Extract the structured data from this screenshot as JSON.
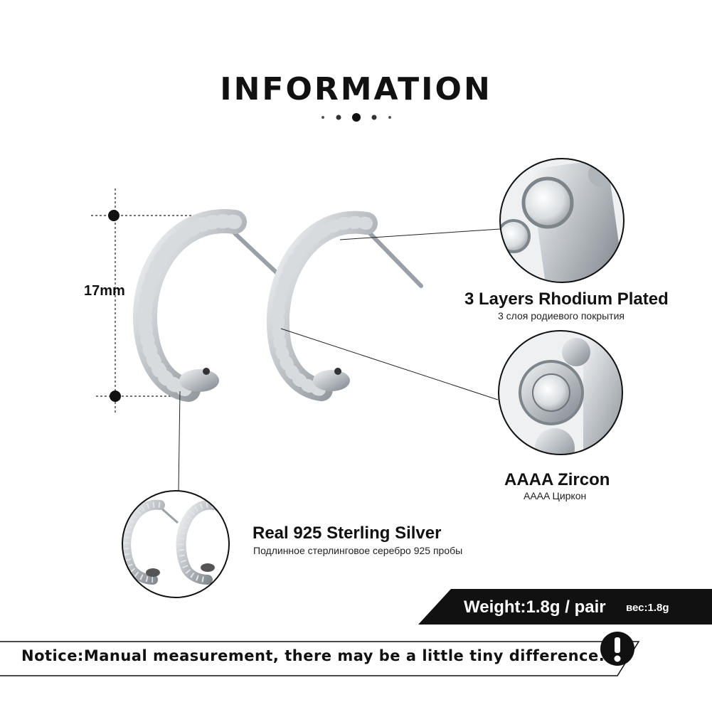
{
  "title": "INFORMATION",
  "measurement": {
    "label": "17mm"
  },
  "callouts": {
    "rhodium": {
      "title": "3 Layers Rhodium Plated",
      "subtitle": "3 слоя родиевого покрытия"
    },
    "zircon": {
      "title": "AAAA  Zircon",
      "subtitle": "AAAA Циркон"
    },
    "silver": {
      "title": "Real 925  Sterling  Silver",
      "subtitle": "Подлинное стерлинговое серебро 925 пробы"
    }
  },
  "weight": {
    "text": "Weight:1.8g / pair",
    "sub": "вес:1.8g"
  },
  "notice": {
    "text": "Notice:Manual measurement, there may be a little tiny difference.",
    "icon_glyph": "!"
  },
  "icons": {
    "alert": "exclamation-icon"
  },
  "colors": {
    "text": "#111111",
    "banner": "#111111",
    "metal": "#c9cdd1"
  }
}
